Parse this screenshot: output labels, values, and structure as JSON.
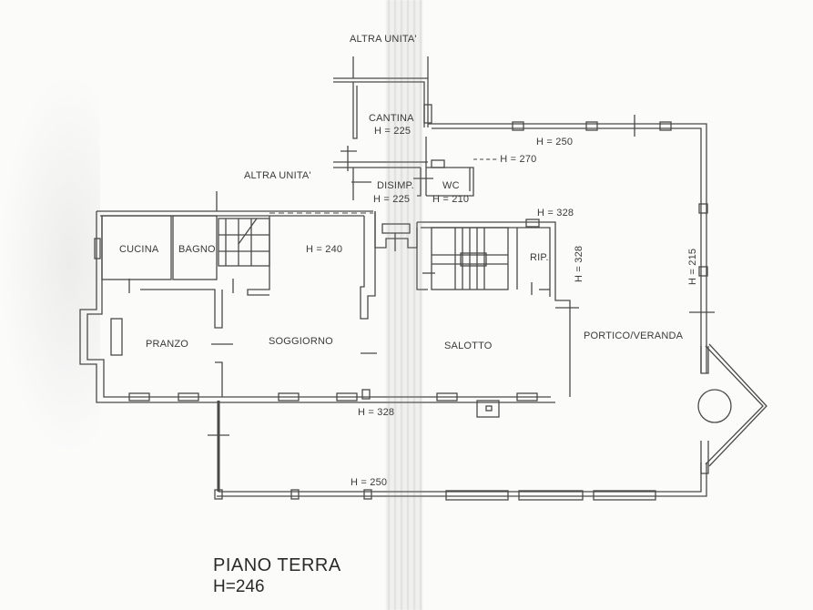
{
  "plan": {
    "title": "PIANO TERRA",
    "height_label": "H=246",
    "labels": {
      "altra_unita_top": "ALTRA UNITA'",
      "altra_unita_mid": "ALTRA UNITA'",
      "cantina": "CANTINA",
      "cantina_h": "H = 225",
      "disimp": "DISIMP.",
      "disimp_h": "H = 225",
      "wc": "WC",
      "wc_h": "H = 210",
      "h250_top": "H = 250",
      "h270": "- - H = 270",
      "h328_top": "H = 328",
      "rip": "RIP.",
      "h328_vertical": "H = 328",
      "h215_vertical": "H = 215",
      "cucina": "CUCINA",
      "bagno": "BAGNO",
      "h240": "H = 240",
      "pranzo": "PRANZO",
      "soggiorno": "SOGGIORNO",
      "salotto": "SALOTTO",
      "portico": "PORTICO/VERANDA",
      "h328_bottom": "H = 328",
      "h250_bottom": "H = 250"
    },
    "colors": {
      "wall": "#4a4a4a",
      "paper": "#fbfbfa",
      "text": "#3a3a3a"
    }
  }
}
